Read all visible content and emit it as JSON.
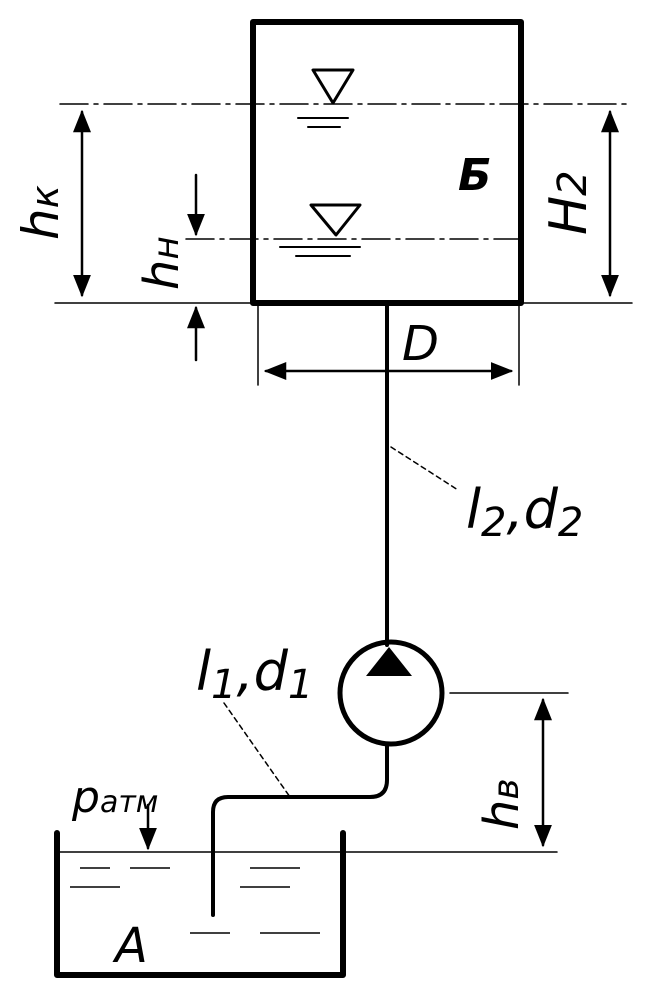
{
  "labels": {
    "h_k": "h",
    "h_k_sub": "к",
    "h_n": "h",
    "h_n_sub": "н",
    "tank_b": "Б",
    "H2": "H",
    "H2_sub": "2",
    "D": "D",
    "pipe2": "l",
    "pipe2_sub1": "2",
    "pipe2_sep": ",d",
    "pipe2_sub2": "2",
    "pipe1": "l",
    "pipe1_sub1": "1",
    "pipe1_sep": ",d",
    "pipe1_sub2": "1",
    "h_v": "h",
    "h_v_sub": "в",
    "p_atm": "p",
    "p_atm_sub": "атм",
    "tank_a": "A"
  }
}
